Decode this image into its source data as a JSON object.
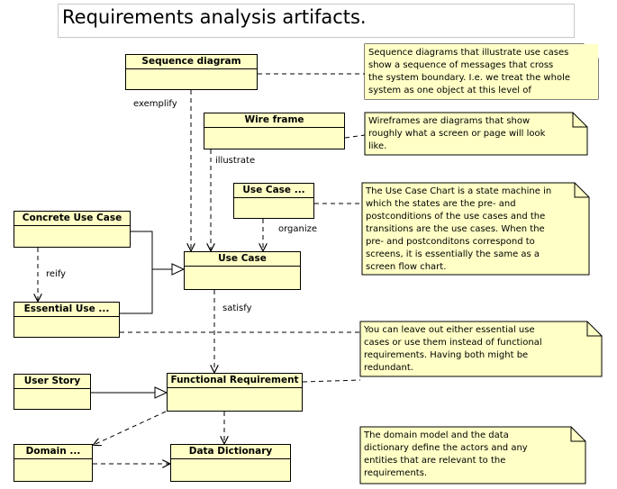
{
  "title": "Requirements analysis artifacts.",
  "classes": {
    "sequence_diagram": "Sequence diagram",
    "wire_frame": "Wire frame",
    "use_case_chart": "Use Case ...",
    "concrete_use_case": "Concrete Use Case",
    "use_case": "Use Case",
    "essential_use_case": "Essential Use ...",
    "user_story": "User Story",
    "functional_requirement": "Functional Requirement",
    "domain_model": "Domain ...",
    "data_dictionary": "Data Dictionary"
  },
  "labels": {
    "exemplify": "exemplify",
    "illustrate": "illustrate",
    "organize": "organize",
    "reify": "reify",
    "satisfy": "satisfy"
  },
  "notes": {
    "sequence": "Sequence diagrams that illustrate use cases\nshow a sequence of messages that cross\nthe system boundary. I.e. we treat the whole\nsystem as one object at this level of",
    "wireframe": "Wireframes are diagrams that show\nroughly what a screen or page will look\nlike.",
    "use_case_chart": "The Use Case Chart is a state machine in\nwhich the states are the pre- and\npostconditions of the use cases and the\ntransitions are the use cases. When the\npre- and postconditons correspond to\nscreens, it is essentially the same as a\nscreen flow chart.",
    "essential": "You can leave out either essential use\ncases or use them instead of functional\nrequirements. Having both might be\nredundant.",
    "domain": "The domain model and the data\ndictionary define the actors and any\nentities that are relevant to the\nrequirements."
  },
  "colors": {
    "element_fill": "#ffffc6",
    "line": "#000000"
  }
}
